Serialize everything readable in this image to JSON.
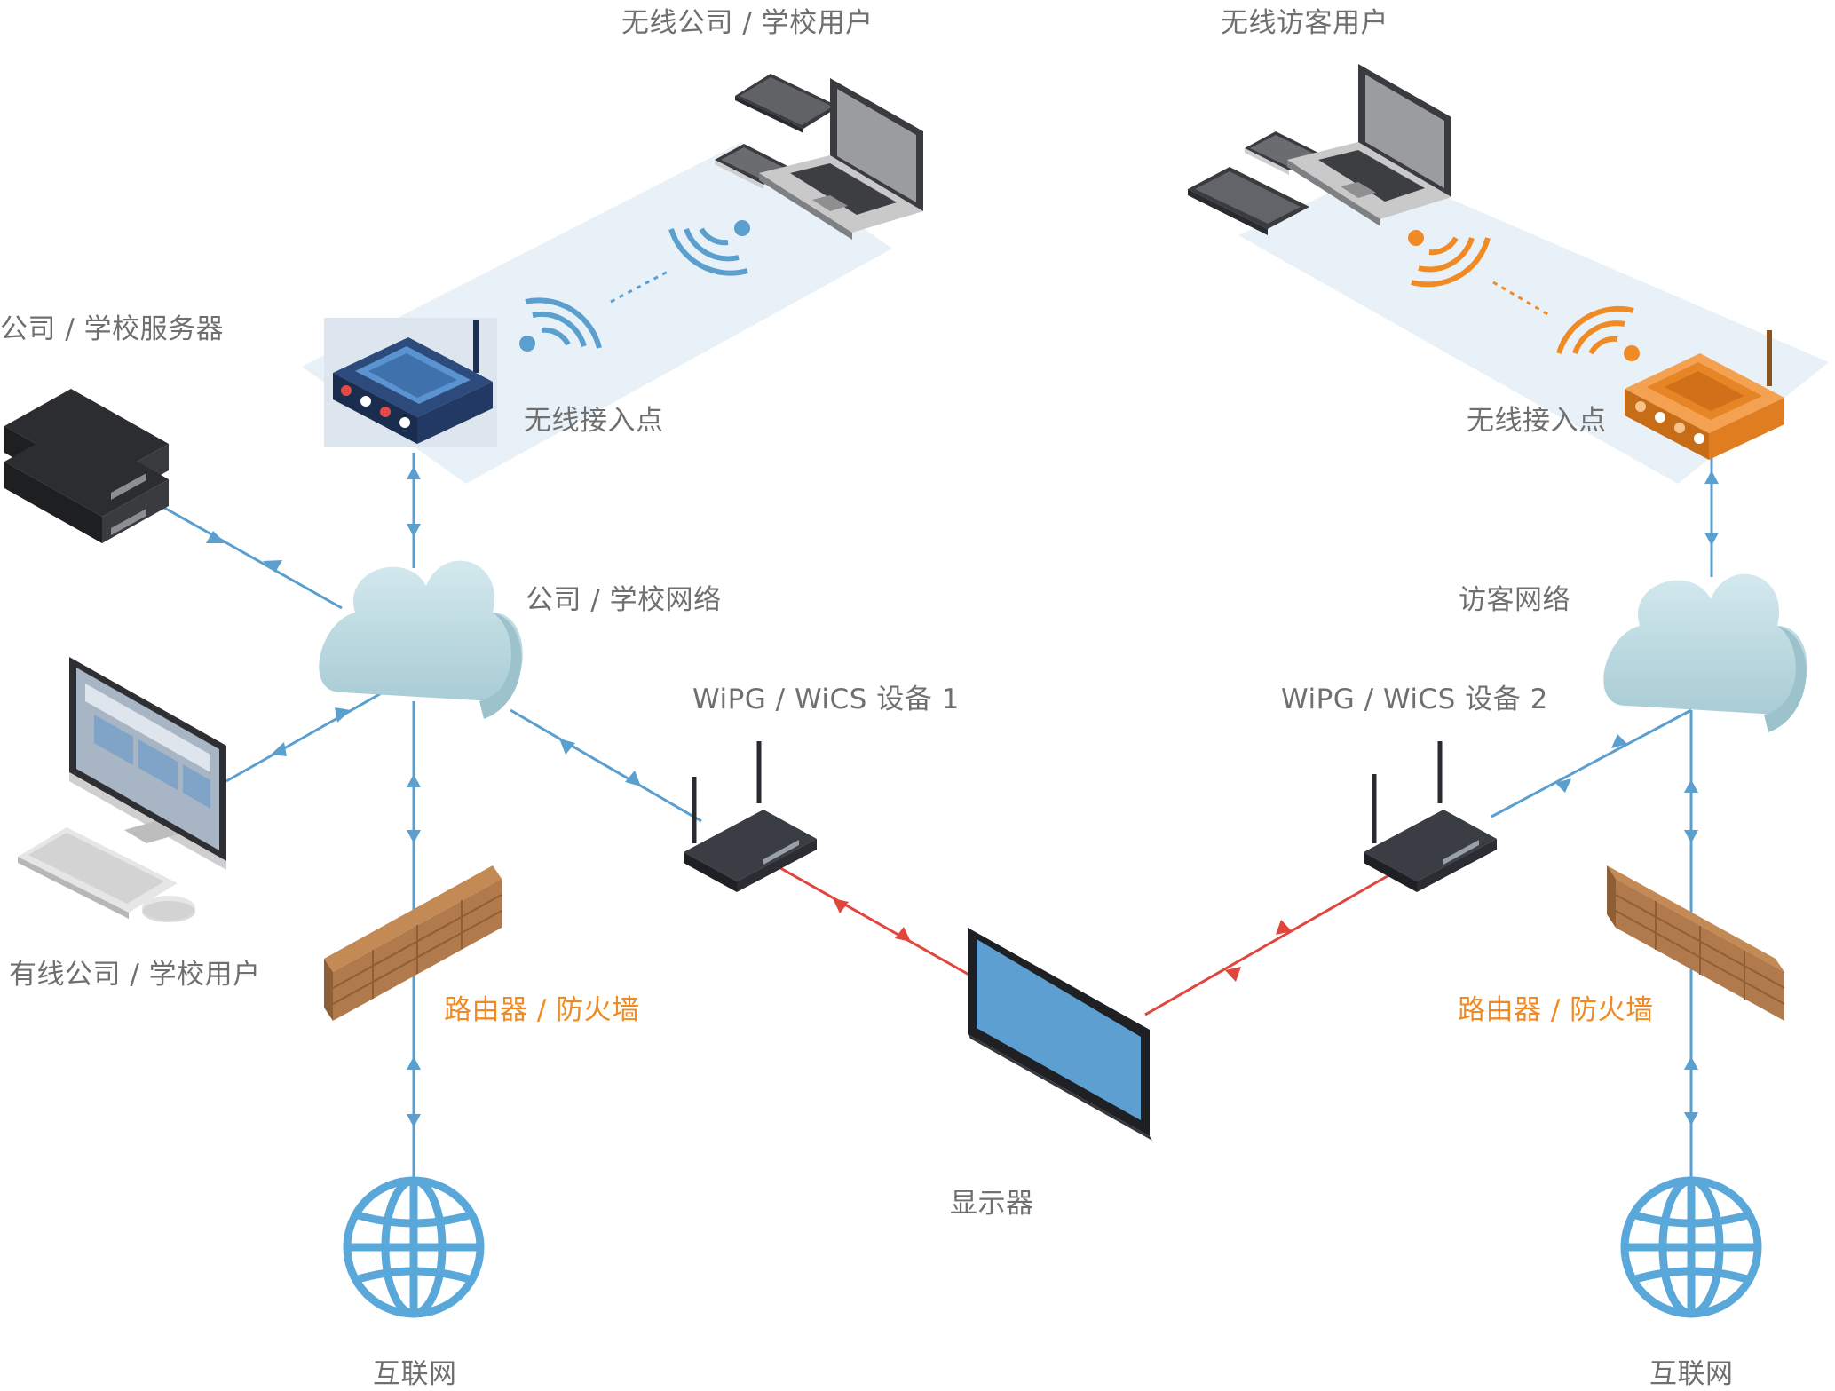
{
  "labels": {
    "wireless_corp_users": "无线公司 / 学校用户",
    "wireless_guest_users": "无线访客用户",
    "corp_servers": "公司 / 学校服务器",
    "ap_left": "无线接入点",
    "ap_right": "无线接入点",
    "corp_network": "公司 / 学校网络",
    "guest_network": "访客网络",
    "wipg_device_1": "WiPG / WiCS 设备 1",
    "wipg_device_2": "WiPG / WiCS 设备 2",
    "wired_corp_users": "有线公司 / 学校用户",
    "router_firewall_left": "路由器 / 防火墙",
    "router_firewall_right": "路由器 / 防火墙",
    "display": "显示器",
    "internet_left": "互联网",
    "internet_right": "互联网"
  },
  "colors": {
    "link_blue": "#5b9fcf",
    "link_red": "#e2453b",
    "accent_orange": "#f08a24",
    "ap_blue": "#213a63",
    "cloud": "#c3dde3",
    "brick": "#b07a4c",
    "globe": "#5aa8d9",
    "screen": "#5d9fd1"
  },
  "icons": [
    "laptop-icon",
    "tablet-icon",
    "phone-icon",
    "wifi-signal-icon",
    "access-point-icon",
    "server-icon",
    "cloud-icon",
    "desktop-computer-icon",
    "keyboard-icon",
    "mouse-icon",
    "wipg-device-icon",
    "firewall-icon",
    "display-icon",
    "globe-icon"
  ]
}
